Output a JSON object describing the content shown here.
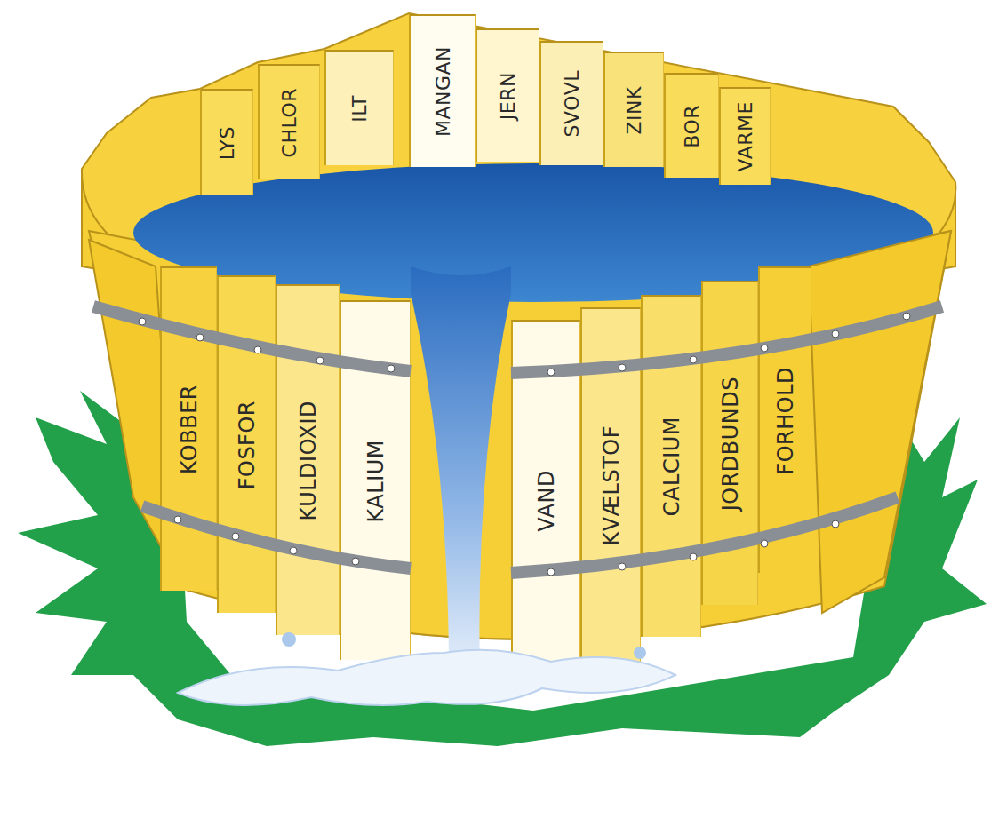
{
  "diagram": {
    "nodes": [
      {
        "text": [
          "LYS"
        ]
      },
      {
        "text": [
          "CHLOR"
        ]
      },
      {
        "text": [
          "ILT"
        ]
      },
      {
        "text": [
          "MANGAN"
        ]
      },
      {
        "text": [
          "JERN"
        ]
      },
      {
        "text": [
          "SVOVL"
        ]
      },
      {
        "text": [
          "ZINK"
        ]
      },
      {
        "text": [
          "BOR"
        ]
      },
      {
        "text": [
          "VARME"
        ]
      },
      {
        "text": [
          "KOBBER"
        ]
      },
      {
        "text": [
          "FOSFOR"
        ]
      },
      {
        "text": [
          "KULDIOXID"
        ]
      },
      {
        "text": [
          "KALIUM"
        ]
      },
      {
        "text": [
          "VAND"
        ]
      },
      {
        "text": [
          "KVÆLSTOF"
        ]
      },
      {
        "text": [
          "CALCIUM"
        ]
      },
      {
        "text": [
          "JORDBUNDS"
        ]
      },
      {
        "text": [
          "FORHOLD"
        ]
      }
    ]
  }
}
